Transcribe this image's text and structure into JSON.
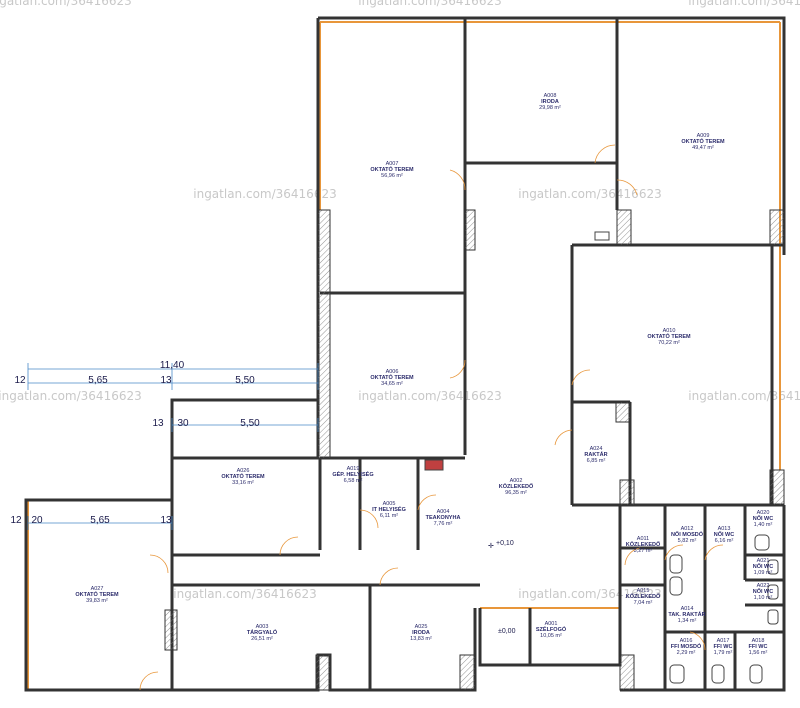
{
  "watermark": "ingatlan.com/36416623",
  "rooms": [
    {
      "id": "A007",
      "code": "A007",
      "name": "OKTATÓ TEREM",
      "area": "56,96 m²"
    },
    {
      "id": "A008",
      "code": "A008",
      "name": "IRODA",
      "area": "29,98 m²"
    },
    {
      "id": "A009",
      "code": "A009",
      "name": "OKTATÓ TEREM",
      "area": "49,47 m²"
    },
    {
      "id": "A010",
      "code": "A010",
      "name": "OKTATÓ TEREM",
      "area": "70,22 m²"
    },
    {
      "id": "A006",
      "code": "A006",
      "name": "OKTATÓ TEREM",
      "area": "34,65 m²"
    },
    {
      "id": "A024",
      "code": "A024",
      "name": "RAKTÁR",
      "area": "6,85 m²"
    },
    {
      "id": "A002",
      "code": "A002",
      "name": "KÖZLEKEDŐ",
      "area": "96,35 m²"
    },
    {
      "id": "A019",
      "code": "A019",
      "name": "GÉP. HELYISÉG",
      "area": "6,58 m²"
    },
    {
      "id": "A005",
      "code": "A005",
      "name": "IT HELYISÉG",
      "area": "6,11 m²"
    },
    {
      "id": "A004",
      "code": "A004",
      "name": "TEAKONYHA",
      "area": "7,76 m²"
    },
    {
      "id": "A026",
      "code": "A026",
      "name": "OKTATÓ TEREM",
      "area": "33,16 m²"
    },
    {
      "id": "A027",
      "code": "A027",
      "name": "OKTATÓ TEREM",
      "area": "39,83 m²"
    },
    {
      "id": "A003",
      "code": "A003",
      "name": "TÁRGYALÓ",
      "area": "26,51 m²"
    },
    {
      "id": "A025",
      "code": "A025",
      "name": "IRODA",
      "area": "13,83 m²"
    },
    {
      "id": "A001",
      "code": "A001",
      "name": "SZÉLFOGÓ",
      "area": "10,05 m²"
    },
    {
      "id": "A011",
      "code": "A011",
      "name": "KÖZLEKEDŐ",
      "area": "3,27 m²"
    },
    {
      "id": "A012",
      "code": "A012",
      "name": "NŐI MOSDÓ",
      "area": "5,82 m²"
    },
    {
      "id": "A013",
      "code": "A013",
      "name": "NŐI WC",
      "area": "6,16 m²"
    },
    {
      "id": "A015",
      "code": "A015",
      "name": "KÖZLEKEDŐ",
      "area": "7,04 m²"
    },
    {
      "id": "A014",
      "code": "A014",
      "name": "TAK. RAKTÁR",
      "area": "1,34 m²"
    },
    {
      "id": "A016",
      "code": "A016",
      "name": "FFI MOSDÓ",
      "area": "2,29 m²"
    },
    {
      "id": "A017",
      "code": "A017",
      "name": "FFI WC",
      "area": "1,79 m²"
    },
    {
      "id": "A018",
      "code": "A018",
      "name": "FFI WC",
      "area": "1,56 m²"
    },
    {
      "id": "A020",
      "code": "A020",
      "name": "NŐI WC",
      "area": "1,40 m²"
    },
    {
      "id": "A021",
      "code": "A021",
      "name": "NŐI WC",
      "area": "1,09 m²"
    },
    {
      "id": "A022",
      "code": "A022",
      "name": "NŐI WC",
      "area": "1,10 m²"
    }
  ],
  "dimensions": {
    "d1140": "11,40",
    "d12a": "12",
    "d565a": "5,65",
    "d13a": "13",
    "d550a": "5,50",
    "d13b": "13",
    "d30": "30",
    "d550b": "5,50",
    "d12b": "12",
    "d20": "20",
    "d565b": "5,65",
    "d13c": "13"
  },
  "elevations": {
    "e1": "+0,10",
    "e2": "±0,00"
  }
}
